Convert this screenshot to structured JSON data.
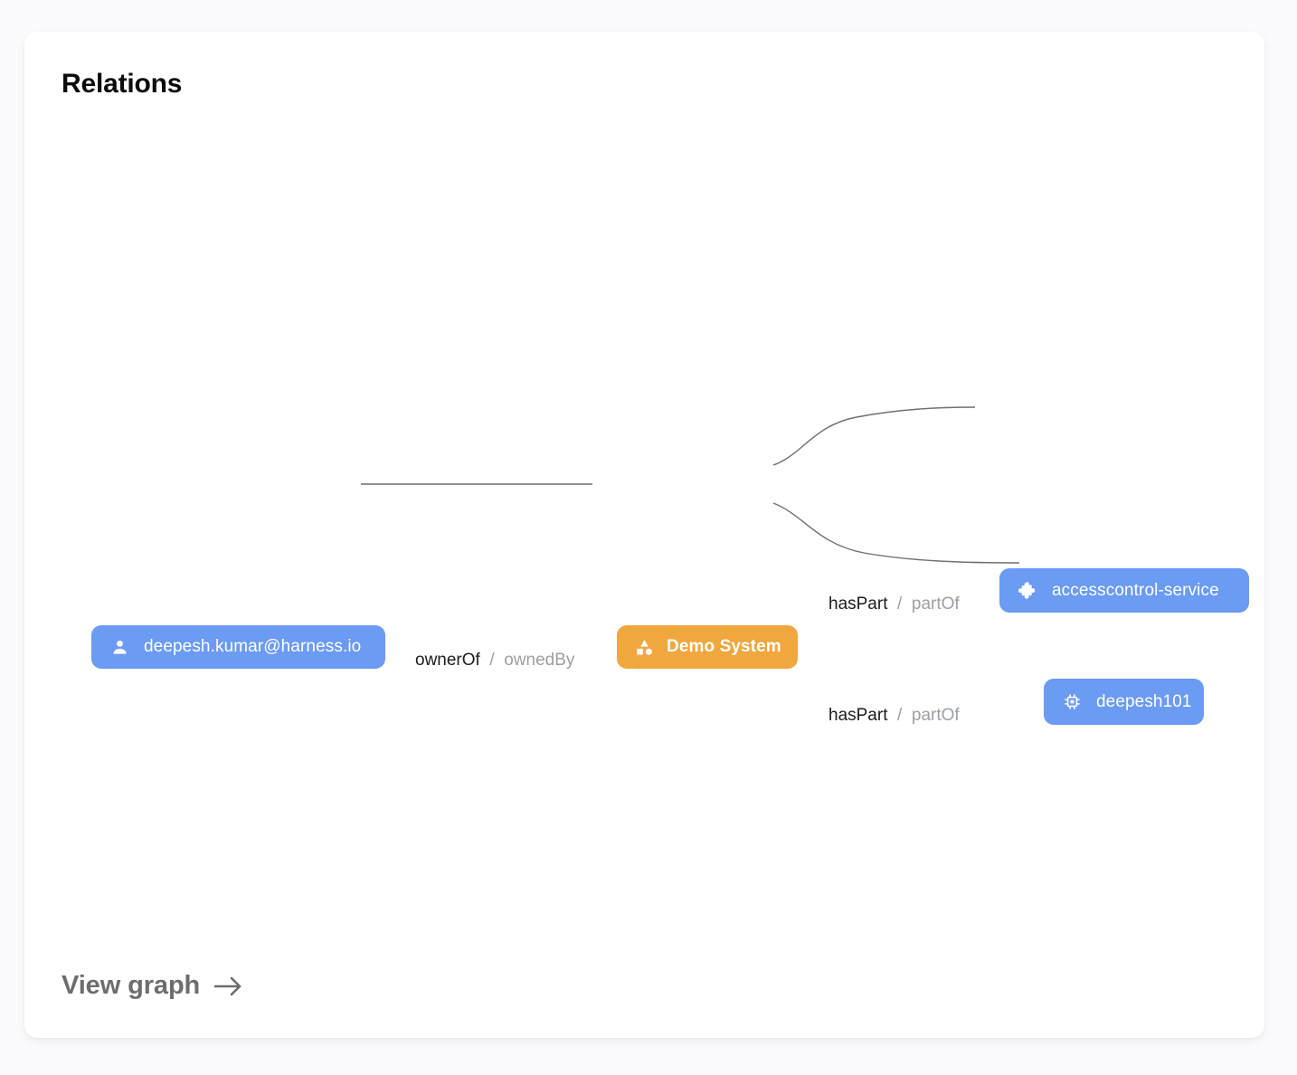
{
  "page": {
    "background_color": "#fbfbfe",
    "card_background": "#ffffff"
  },
  "card": {
    "title": "Relations"
  },
  "graph": {
    "node_colors": {
      "user": "#6b9bf2",
      "system": "#efa73e",
      "component": "#6b9bf2",
      "resource": "#6b9bf2"
    },
    "edge_color": "#6f6f6f",
    "nodes": [
      {
        "id": "user",
        "label": "deepesh.kumar@harness.io",
        "icon": "person-icon",
        "kind": "user",
        "color": "#6b9bf2"
      },
      {
        "id": "system",
        "label": "Demo System",
        "icon": "category-shapes-icon",
        "kind": "system",
        "color": "#efa73e"
      },
      {
        "id": "component",
        "label": "accesscontrol-service",
        "icon": "puzzle-piece-icon",
        "kind": "component",
        "color": "#6b9bf2"
      },
      {
        "id": "resource",
        "label": "deepesh101",
        "icon": "chip-icon",
        "kind": "resource",
        "color": "#6b9bf2"
      }
    ],
    "edges": [
      {
        "id": "owner",
        "source": "user",
        "target": "system",
        "forward": "ownerOf",
        "separator": "/",
        "reverse": "ownedBy"
      },
      {
        "id": "haspart-top",
        "source": "system",
        "target": "component",
        "forward": "hasPart",
        "separator": "/",
        "reverse": "partOf"
      },
      {
        "id": "haspart-bottom",
        "source": "system",
        "target": "resource",
        "forward": "hasPart",
        "separator": "/",
        "reverse": "partOf"
      }
    ]
  },
  "footer": {
    "view_graph_label": "View graph",
    "arrow_icon": "arrow-right-icon"
  }
}
